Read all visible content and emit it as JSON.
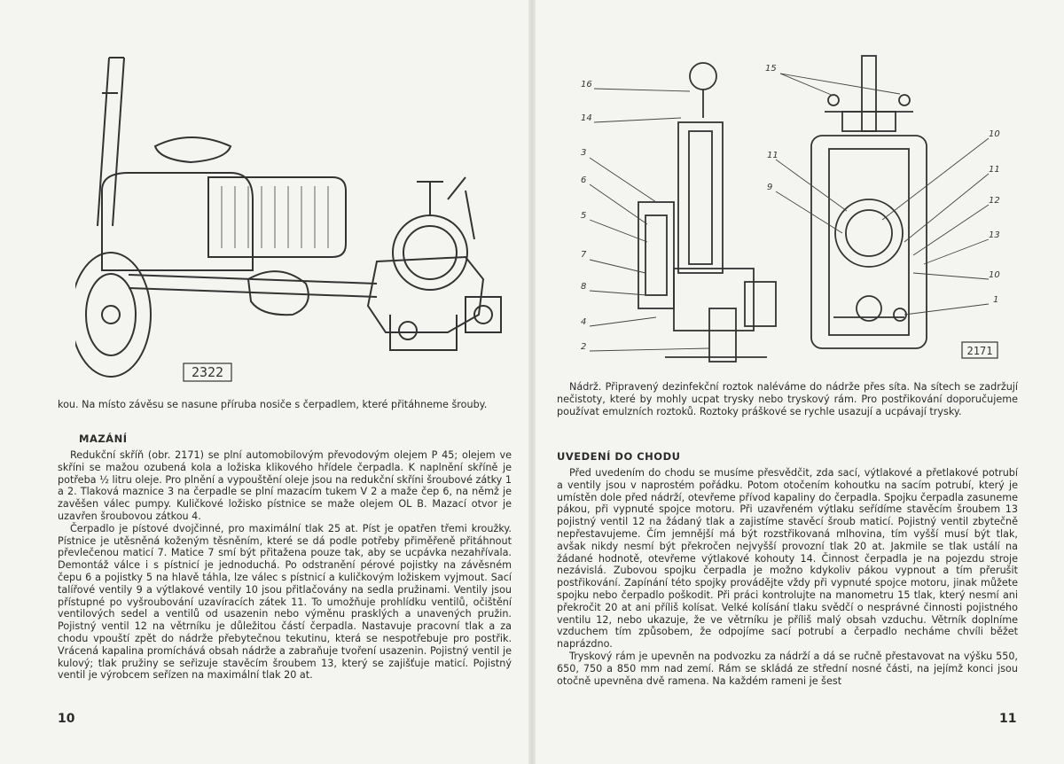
{
  "left_page": {
    "figure_label": "2322",
    "intro_text": "kou. Na místo závěsu se nasune příruba nosiče s čerpadlem, které přitáhneme šrouby.",
    "heading": "MAZÁNÍ",
    "paragraphs": [
      "Redukční skříň (obr. 2171) se plní automobilovým převodovým olejem P 45; olejem ve skříni se mažou ozubená kola a ložiska klikového hřídele čerpadla. K naplnění skříně je potřeba ½ litru oleje. Pro plnění a vypouštění oleje jsou na redukční skříni šroubové zátky 1 a 2. Tlaková maznice 3 na čerpadle se plní mazacím tukem V 2 a maže čep 6, na němž je zavěšen válec pumpy. Kuličkové ložisko pístnice se maže olejem OL B. Mazací otvor je uzavřen šroubovou zátkou 4.",
      "Čerpadlo je pístové dvojčinné, pro maximální tlak 25 at. Píst je opatřen třemi kroužky. Pístnice je utěsněná koženým těsněním, které se dá podle potřeby přiměřeně přitáhnout převlečenou maticí 7. Matice 7 smí být přitažena pouze tak, aby se ucpávka nezahřívala. Demontáž válce i s pístnicí je jednoduchá. Po odstranění pérové pojistky na závěsném čepu 6 a pojistky 5 na hlavě táhla, lze válec s pístnicí a kuličkovým ložiskem vyjmout. Sací talířové ventily 9 a výtlakové ventily 10 jsou přitlačovány na sedla pružinami. Ventily jsou přístupné po vyšroubování uzavíracích zátek 11. To umožňuje prohlídku ventilů, očištění ventilových sedel a ventilů od usazenin nebo výměnu prasklých a unavených pružin. Pojistný ventil 12 na větrníku je důležitou částí čerpadla. Nastavuje pracovní tlak a za chodu vpouští zpět do nádrže přebytečnou tekutinu, která se nespotřebuje pro postřik. Vrácená kapalina promíchává obsah nádrže a zabraňuje tvoření usazenin. Pojistný ventil je kulový; tlak pružiny se seřizuje stavěcím šroubem 13, který se zajišťuje maticí. Pojistný ventil je výrobcem seřízen na maximální tlak 20 at."
    ],
    "page_number": "10"
  },
  "right_page": {
    "figure_label": "2171",
    "figure_callouts": [
      "16",
      "15",
      "14",
      "3",
      "6",
      "5",
      "7",
      "8",
      "4",
      "2",
      "10",
      "11",
      "9",
      "11",
      "12",
      "13",
      "10",
      "1"
    ],
    "intro_text": "Nádrž. Připravený dezinfekční roztok naléváme do nádrže přes síta. Na sítech se zadržují nečistoty, které by mohly ucpat trysky nebo tryskový rám. Pro postřikování doporučujeme používat emulzních roztoků. Roztoky práškové se rychle usazují a ucpávají trysky.",
    "heading": "UVEDENÍ DO CHODU",
    "paragraphs": [
      "Před uvedením do chodu se musíme přesvědčit, zda sací, výtlakové a přetlakové potrubí a ventily jsou v naprostém pořádku. Potom otočením kohoutku na sacím potrubí, který je umístěn dole před nádrží, otevřeme přívod kapaliny do čerpadla. Spojku čerpadla zasuneme pákou, při vypnuté spojce motoru. Při uzavřeném výtlaku seřídíme stavěcím šroubem 13 pojistný ventil 12 na žádaný tlak a zajistíme stavěcí šroub maticí. Pojistný ventil zbytečně nepřestavujeme. Čím jemnější má být rozstřikovaná mlhovina, tím vyšší musí být tlak, avšak nikdy nesmí být překročen nejvyšší provozní tlak 20 at. Jakmile se tlak ustálí na žádané hodnotě, otevřeme výtlakové kohouty 14. Činnost čerpadla je na pojezdu stroje nezávislá. Zubovou spojku čerpadla je možno kdykoliv pákou vypnout a tím přerušit postřikování. Zapínání této spojky provádějte vždy při vypnuté spojce motoru, jinak můžete spojku nebo čerpadlo poškodit. Při práci kontrolujte na manometru 15 tlak, který nesmí ani překročit 20 at ani příliš kolísat. Velké kolísání tlaku svědčí o nesprávné činnosti pojistného ventilu 12, nebo ukazuje, že ve větrníku je příliš malý obsah vzduchu. Větrník doplníme vzduchem tím způsobem, že odpojíme sací potrubí a čerpadlo necháme chvíli běžet naprázdno.",
      "Tryskový rám je upevněn na podvozku za nádrží a dá se ručně přestavovat na výšku 550, 650, 750 a 850 mm nad zemí. Rám se skládá ze střední nosné části, na jejímž konci jsou otočně upevněna dvě ramena. Na každém rameni je šest"
    ],
    "page_number": "11"
  }
}
